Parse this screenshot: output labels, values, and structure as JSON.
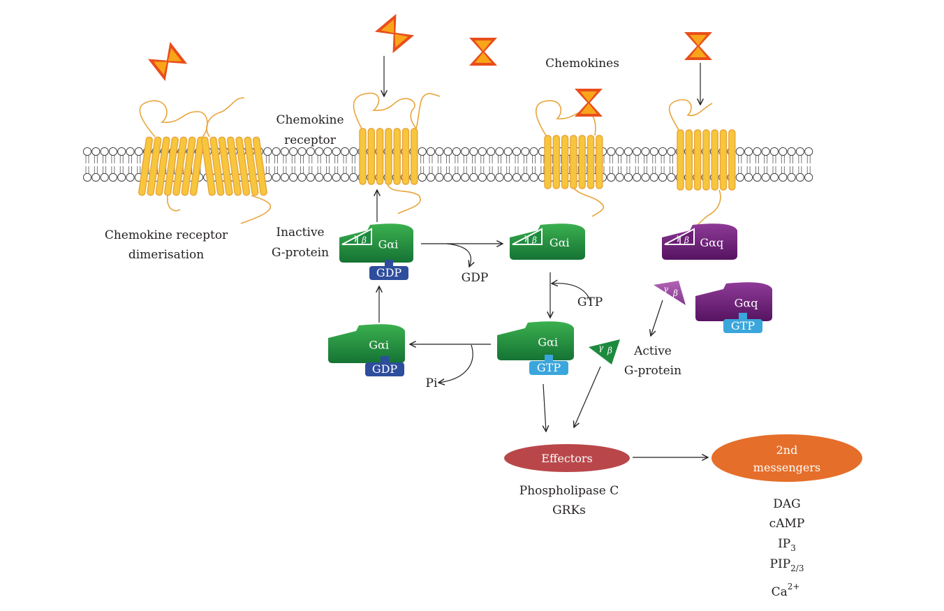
{
  "labels": {
    "chemokines": "Chemokines",
    "chemokine_receptor": [
      "Chemokine",
      "receptor"
    ],
    "dimerisation": [
      "Chemokine receptor",
      "dimerisation"
    ],
    "inactive_g_protein": [
      "Inactive",
      "G-protein"
    ],
    "active_g_protein": [
      "Active",
      "G-protein"
    ],
    "gdp_released": "GDP",
    "gtp_in": "GTP",
    "pi": "Pi"
  },
  "proteins": {
    "g_alpha_i": "Gαi",
    "g_alpha_q": "Gαq",
    "gamma": "γ",
    "beta": "β",
    "gdp": "GDP",
    "gtp": "GTP"
  },
  "effectors": {
    "node_label": "Effectors",
    "examples": [
      "Phospholipase C",
      "GRKs"
    ]
  },
  "second_messengers": {
    "node_label": [
      "2nd",
      "messengers"
    ],
    "list": {
      "dag": "DAG",
      "camp": "cAMP",
      "ip3": {
        "base": "IP",
        "sub": "3"
      },
      "pip": {
        "base": "PIP",
        "sub": "2/3"
      },
      "ca": {
        "base": "Ca",
        "sup": "2+"
      }
    }
  },
  "colors": {
    "receptor": "#f7c63c",
    "receptor_outline": "#e8a43a",
    "chemokine_dark": "#e94e1b",
    "chemokine_light": "#f9a51a",
    "g_protein_green": "#1e8a3e",
    "g_protein_purple": "#6a1e74",
    "gdp": "#2e4d9c",
    "gtp": "#3aa6dc",
    "effectors": "#b9474a",
    "second_messengers": "#e56e2a"
  }
}
